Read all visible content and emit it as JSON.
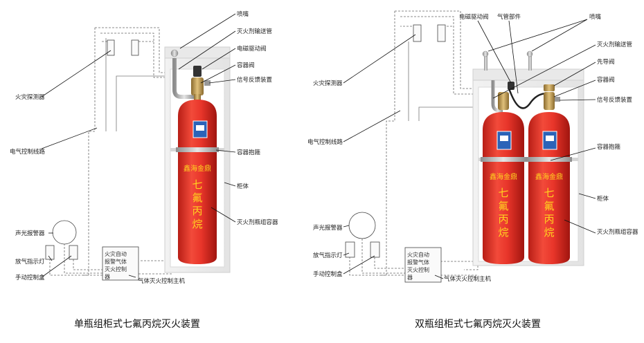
{
  "left": {
    "caption": "单瓶组柜式七氟丙烷灭火装置",
    "labels": {
      "nozzle": "喷嘴",
      "pipe": "灭火剂输送管",
      "solenoid": "电磁驱动阀",
      "valve": "容器阀",
      "signal": "信号反馈装置",
      "detector": "火灾探测器",
      "circuit": "电气控制线路",
      "clamp": "容器抱箍",
      "cabinet": "柜体",
      "container": "灭火剂瓶组容器",
      "alarm": "声光报警器",
      "release_light": "放气指示灯",
      "manual_box": "手动控制盒",
      "host": "气体灭火控制主机"
    },
    "cylinder_brand": "鑫海金鼎",
    "cylinder_chars": [
      "七",
      "氟",
      "丙",
      "烷"
    ],
    "controller_lines": [
      "火灾自动",
      "报警气体",
      "灭火控制",
      "器"
    ]
  },
  "right": {
    "caption": "双瓶组柜式七氟丙烷灭火装置",
    "labels": {
      "solenoid": "电磁驱动阀",
      "gas_pipe": "气管部件",
      "nozzle": "喷嘴",
      "pipe": "灭火剂输送管",
      "pilot_valve": "先导阀",
      "valve": "容器阀",
      "signal": "信号反馈装置",
      "detector": "火灾探测器",
      "circuit": "电气控制线路",
      "clamp": "容器抱箍",
      "cabinet": "柜体",
      "container": "灭火剂瓶组容器",
      "alarm": "声光报警器",
      "release_light": "放气指示灯",
      "manual_box": "手动控制盒",
      "host": "气体灭火控制主机"
    },
    "cylinder_brand": "鑫海金鼎",
    "cylinder_chars": [
      "七",
      "氟",
      "丙",
      "烷"
    ],
    "controller_lines": [
      "火灾自动",
      "报警气体",
      "灭火控制",
      "器"
    ]
  },
  "colors": {
    "cylinder_red": "#e8352a",
    "cabinet_border": "#cfcfcf",
    "brand_yellow": "#ffd21f"
  }
}
